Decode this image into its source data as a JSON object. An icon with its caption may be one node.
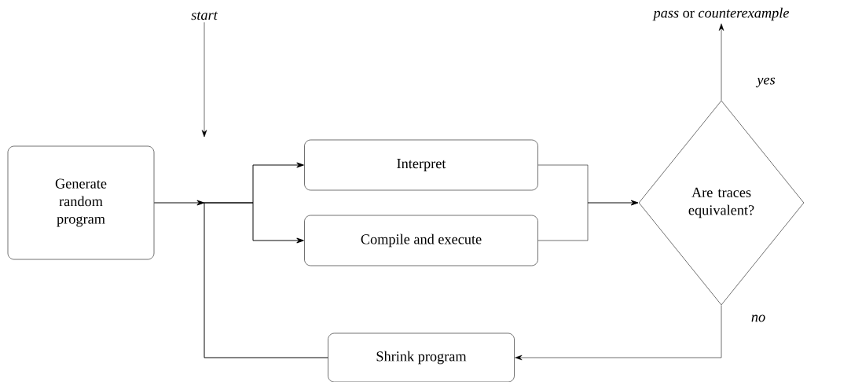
{
  "diagram": {
    "nodes": [
      {
        "text": [
          "start"
        ]
      },
      {
        "text": [
          "Generate random program"
        ]
      },
      {
        "text": [
          "Interpret"
        ]
      },
      {
        "text": [
          "Compile and execute"
        ]
      },
      {
        "text": [
          "Are traces equivalent?"
        ]
      },
      {
        "text": [
          "*pass* or *counterexample*"
        ]
      },
      {
        "text": [
          "Shrink program"
        ]
      }
    ],
    "edges": [
      {
        "from": 0,
        "to": null,
        "arrow": "to"
      },
      {
        "from": 1,
        "to": 2,
        "arrow": "to"
      },
      {
        "from": 1,
        "to": 3,
        "arrow": "to"
      },
      {
        "from": 2,
        "to": 4,
        "arrow": "to"
      },
      {
        "from": 3,
        "to": 4,
        "arrow": "to"
      },
      {
        "from": 4,
        "to": 5,
        "arrow": "to",
        "label": "yes"
      },
      {
        "from": 4,
        "to": 6,
        "arrow": "to",
        "label": "no"
      },
      {
        "from": 6,
        "to": 2,
        "arrow": "to"
      },
      {
        "from": 6,
        "to": 3,
        "arrow": "to"
      }
    ]
  }
}
